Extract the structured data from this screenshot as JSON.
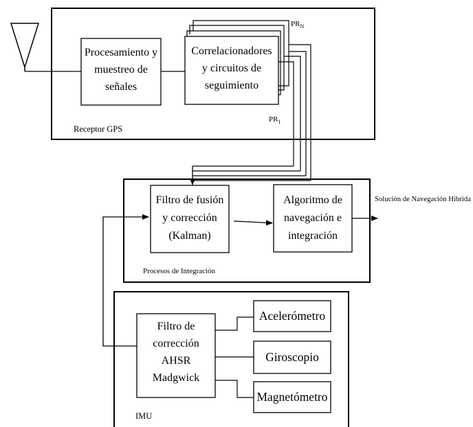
{
  "gps": {
    "label": "Receptor GPS",
    "processing_lines": [
      "Procesamiento y",
      "muestreo de",
      "señales"
    ],
    "correlators_lines": [
      "Correlacionadores",
      "y circuitos de",
      "seguimiento"
    ],
    "prn_label": "PR",
    "prn_sub": "N",
    "pr1_label": "PR",
    "pr1_sub": "1"
  },
  "integration": {
    "label": "Procesos de Integración",
    "filter_lines": [
      "Filtro de fusión",
      "y corrección",
      "(Kalman)"
    ],
    "algo_lines": [
      "Algoritmo de",
      "navegación e",
      "integración"
    ],
    "output_label": "Solución de Navegación Híbrida"
  },
  "imu": {
    "label": "IMU",
    "filter_lines": [
      "Filtro de",
      "corrección",
      "AHSR",
      "Madgwick"
    ],
    "accel": "Acelerómetro",
    "gyro": "Giroscopio",
    "mag": "Magnetómetro"
  }
}
